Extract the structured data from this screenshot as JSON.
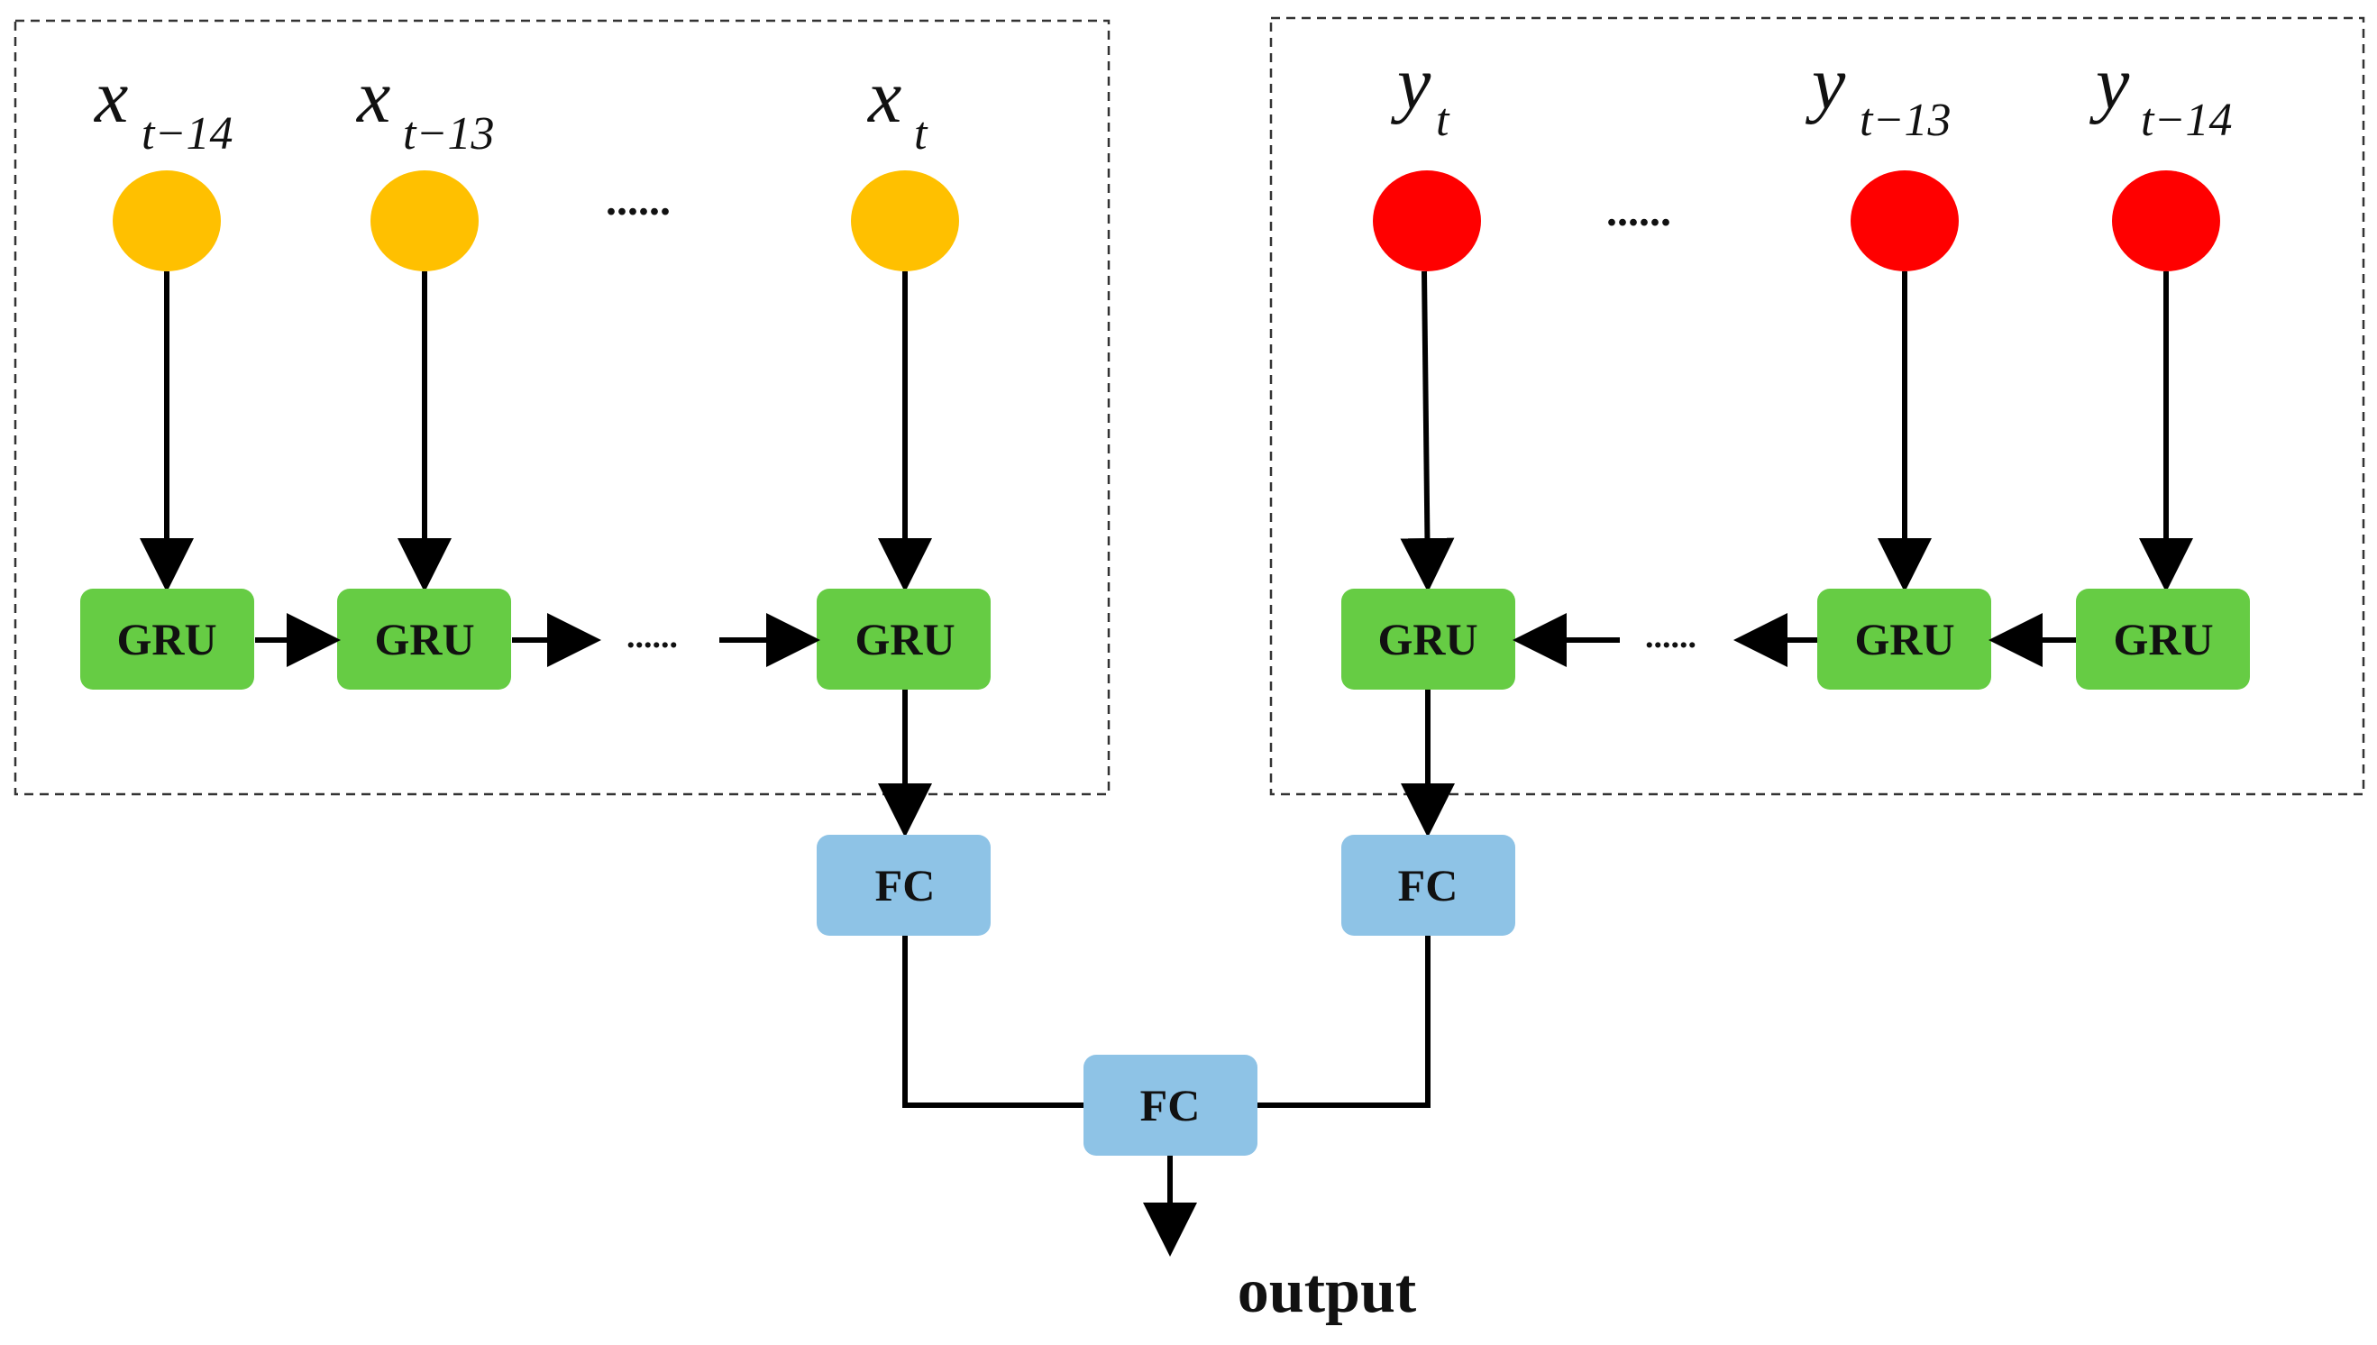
{
  "colors": {
    "input_node": "#FFC000",
    "target_node": "#FF0000",
    "gru_box": "#66CC44",
    "fc_box": "#8EC3E6",
    "line": "#000000",
    "frame": "#333333"
  },
  "left_branch": {
    "inputs": [
      {
        "var": "x",
        "sub": "t−14"
      },
      {
        "var": "x",
        "sub": "t−13"
      },
      {
        "var": "x",
        "sub": "t"
      }
    ],
    "node_ellipsis": "......",
    "gru_labels": [
      "GRU",
      "GRU",
      "GRU"
    ],
    "gru_ellipsis": "......",
    "fc_label": "FC"
  },
  "right_branch": {
    "inputs": [
      {
        "var": "y",
        "sub": "t"
      },
      {
        "var": "y",
        "sub": "t−13"
      },
      {
        "var": "y",
        "sub": "t−14"
      }
    ],
    "node_ellipsis": "......",
    "gru_labels": [
      "GRU",
      "GRU",
      "GRU"
    ],
    "gru_ellipsis": "......",
    "fc_label": "FC"
  },
  "merge": {
    "fc_label": "FC",
    "output_label": "output"
  }
}
